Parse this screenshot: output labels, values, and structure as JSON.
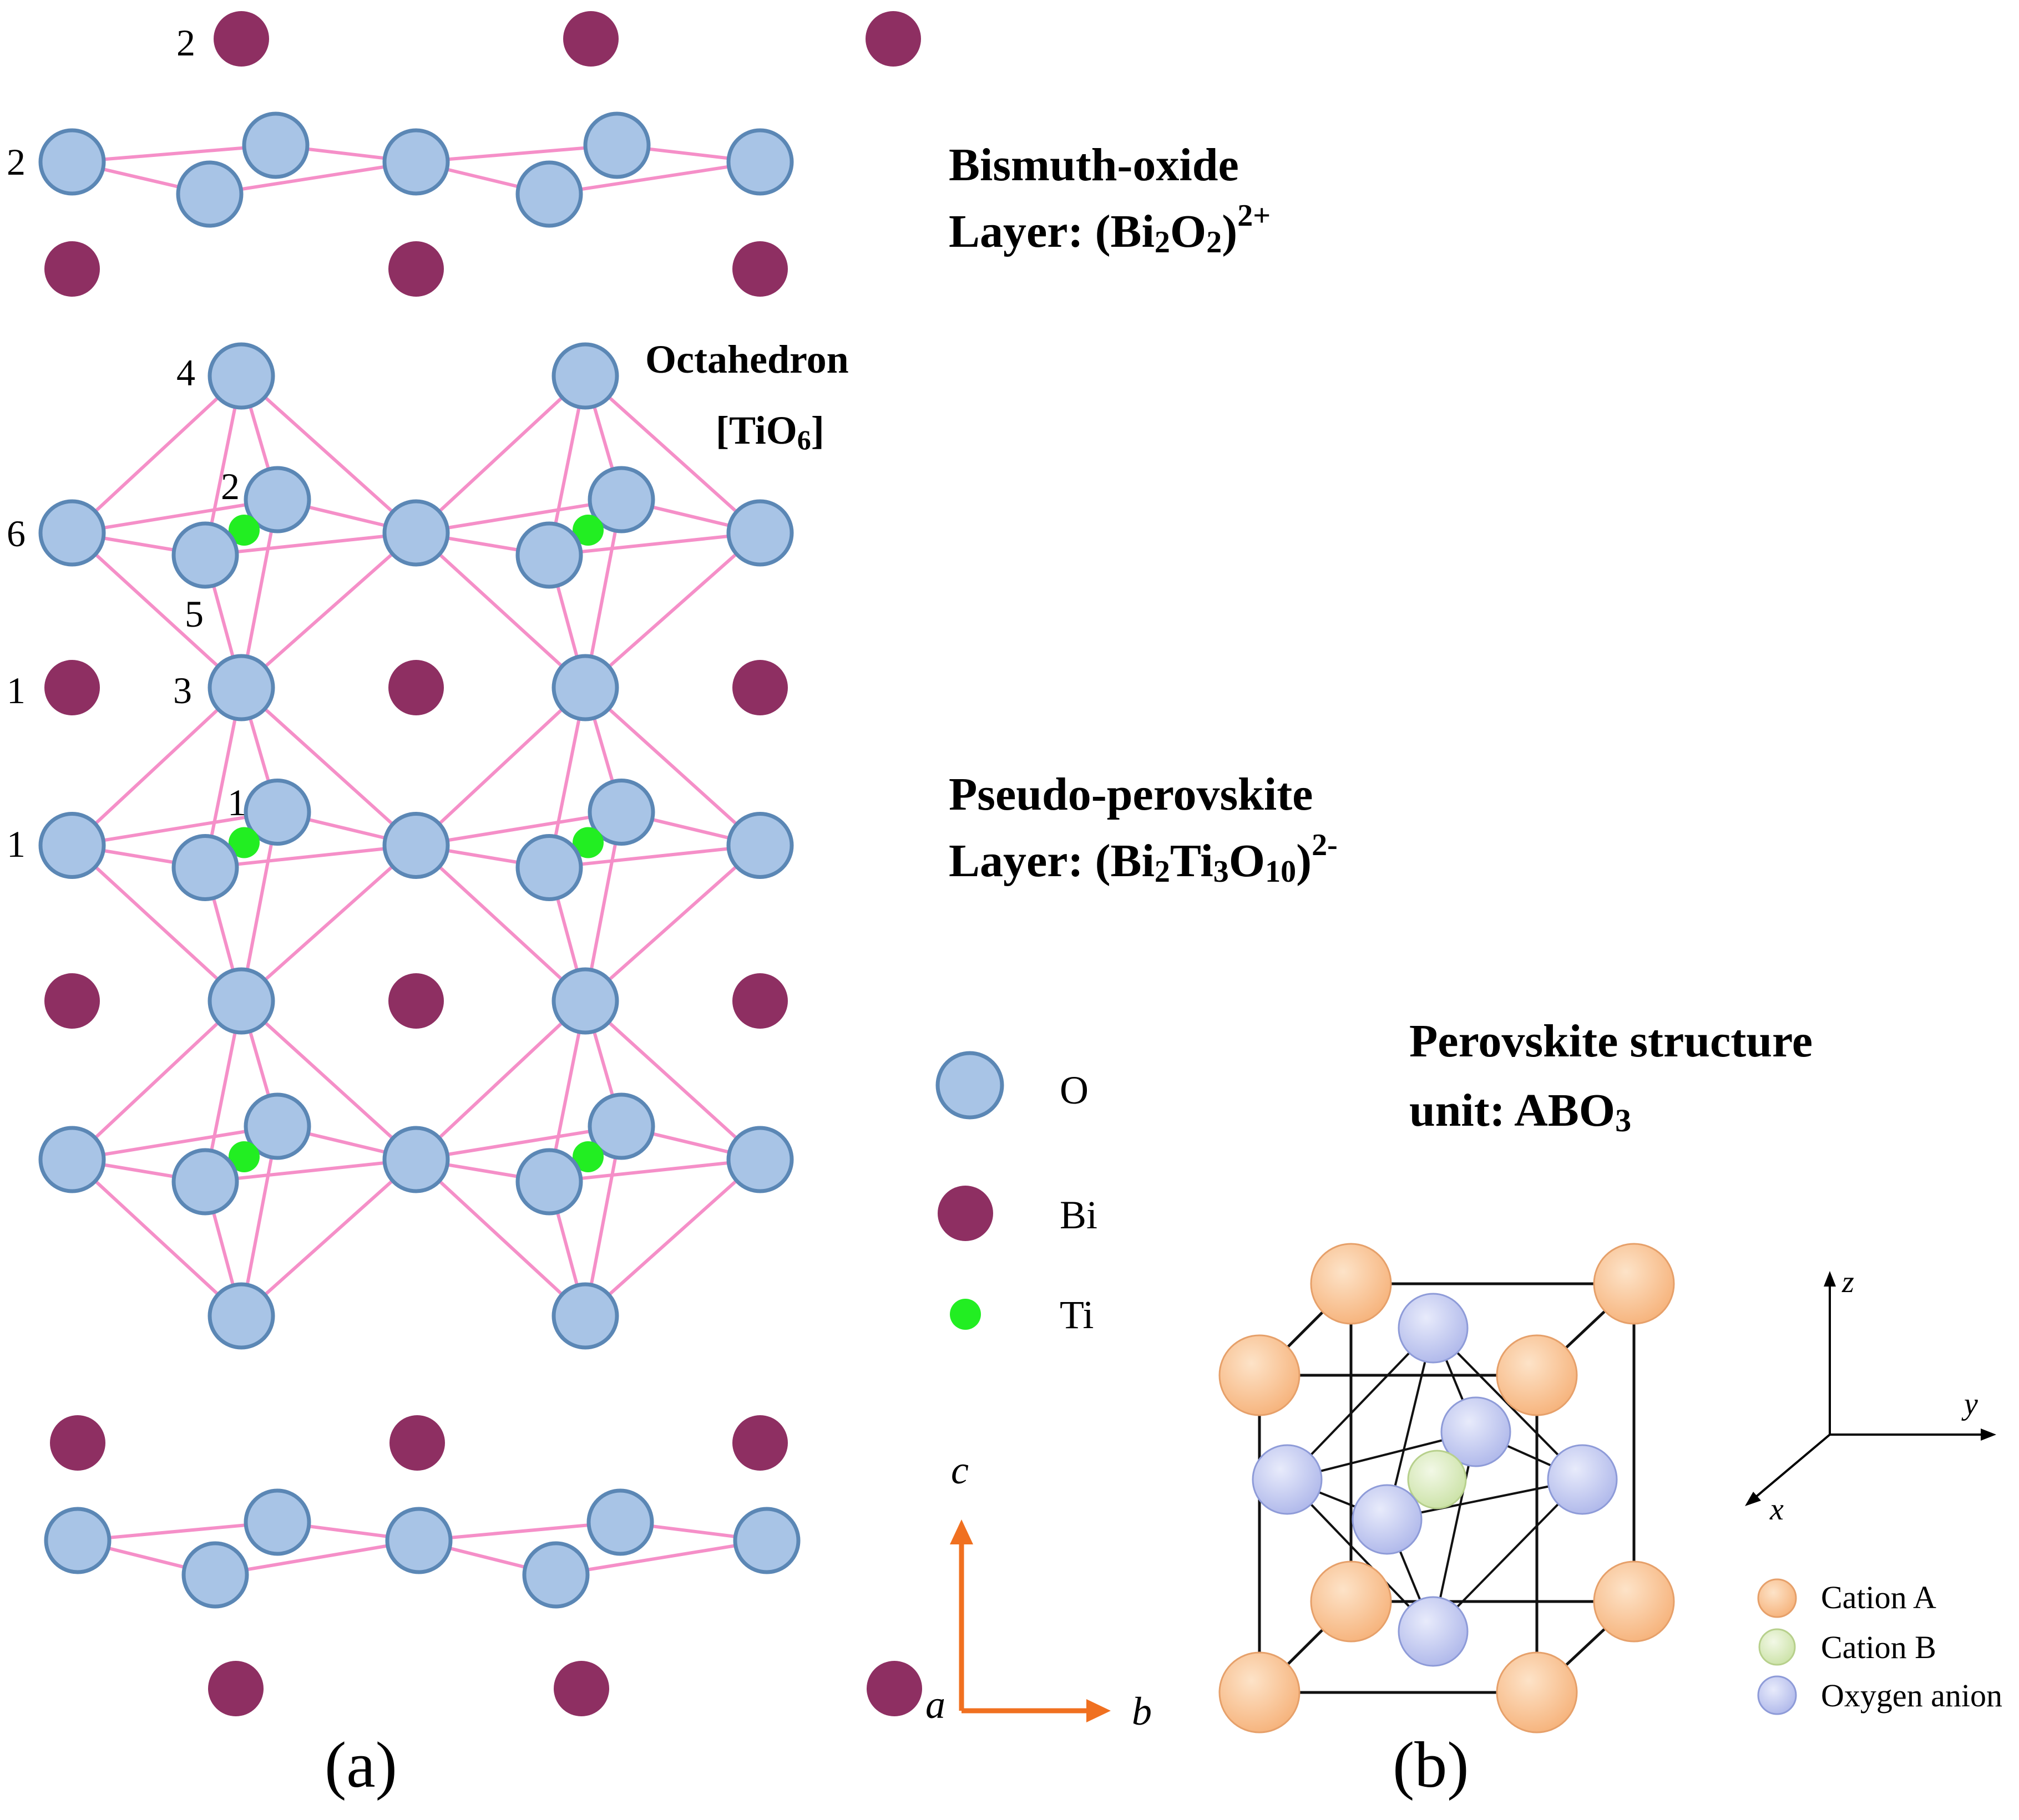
{
  "panel_a": {
    "label": "(a)",
    "layer_bi2o2": {
      "line1": "Bismuth-oxide",
      "line2_prefix": "Layer: (Bi",
      "line2_sub1": "2",
      "line2_mid": "O",
      "line2_sub2": "2",
      "line2_suffix": ")",
      "line2_sup": "2+"
    },
    "octahedron": {
      "line1": "Octahedron",
      "line2_prefix": "[TiO",
      "line2_sub": "6",
      "line2_suffix": "]"
    },
    "layer_perovskite": {
      "line1": "Pseudo-perovskite",
      "line2_prefix": "Layer: (Bi",
      "line2_sub1": "2",
      "line2_mid1": "Ti",
      "line2_sub2": "3",
      "line2_mid2": "O",
      "line2_sub3": "10",
      "line2_suffix": ")",
      "line2_sup": "2-"
    },
    "site_numbers": [
      "2",
      "2",
      "4",
      "2",
      "6",
      "5",
      "1",
      "3",
      "1",
      "1"
    ],
    "legend": [
      {
        "label": "O",
        "color": "#a8c4e6"
      },
      {
        "label": "Bi",
        "color": "#8e2f62"
      },
      {
        "label": "Ti",
        "color": "#22ee22"
      }
    ],
    "axes": {
      "c": "c",
      "a": "a",
      "b": "b",
      "color": "#f07020"
    }
  },
  "panel_b": {
    "label": "(b)",
    "title_line1": "Perovskite  structure",
    "title_line2_prefix": "unit: ABO",
    "title_line2_sub": "3",
    "axes": {
      "z": "z",
      "y": "y",
      "x": "x"
    },
    "legend": [
      {
        "label": "Cation A",
        "color": "#f8c594"
      },
      {
        "label": "Cation B",
        "color": "#dcecc0"
      },
      {
        "label": "Oxygen anion",
        "color": "#c6cdf0"
      }
    ]
  }
}
